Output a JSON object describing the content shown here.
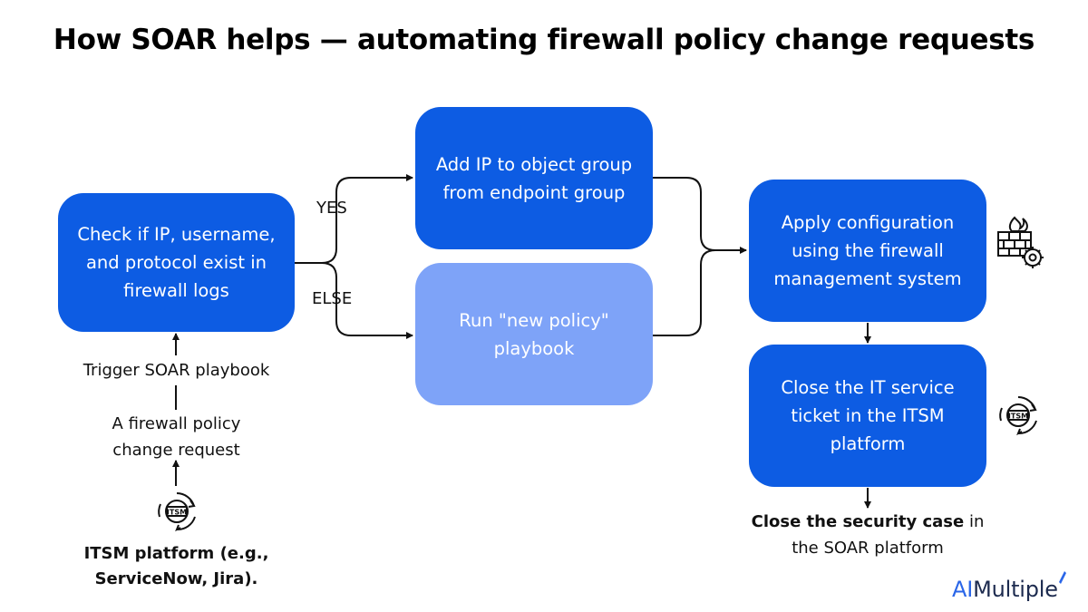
{
  "title": "How SOAR helps — automating firewall policy change requests",
  "nodes": {
    "check": "Check if IP, username, and protocol exist in firewall logs",
    "add_ip": "Add IP to object group from endpoint group",
    "new_policy": "Run \"new policy\" playbook",
    "apply": "Apply configuration using the firewall management system",
    "close_ticket": "Close the IT service ticket in the ITSM platform"
  },
  "edge_labels": {
    "yes": "YES",
    "else": "ELSE"
  },
  "labels": {
    "trigger": "Trigger SOAR playbook",
    "request_line1": "A firewall policy",
    "request_line2": "change request",
    "itsm_line1": "ITSM platform (e.g.,",
    "itsm_line2": "ServiceNow, Jira).",
    "close_case_bold": "Close the security case",
    "close_case_rest": " in",
    "close_case_line2": "the SOAR platform",
    "itsm_icon_text": "ITSM"
  },
  "icons": [
    "itsm-gear-cycle-icon",
    "firewall-gear-icon"
  ],
  "logo": {
    "part1": "AI",
    "part2": "Multiple"
  },
  "colors": {
    "primary_box": "#0d5ce3",
    "secondary_box": "#7ea3f8",
    "connector": "#111111"
  }
}
